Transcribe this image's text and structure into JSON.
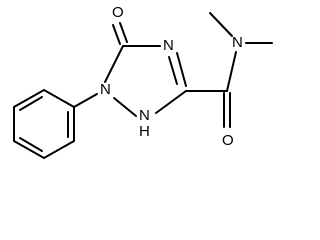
{
  "molecule": {
    "atoms": [
      {
        "id": "O1",
        "label": "O"
      },
      {
        "id": "N2",
        "label": "N"
      },
      {
        "id": "N3",
        "label": "N"
      },
      {
        "id": "N4",
        "label": "N"
      },
      {
        "id": "NH5",
        "label": "H"
      },
      {
        "id": "NH6",
        "label": "N"
      },
      {
        "id": "O7",
        "label": "O"
      }
    ]
  }
}
